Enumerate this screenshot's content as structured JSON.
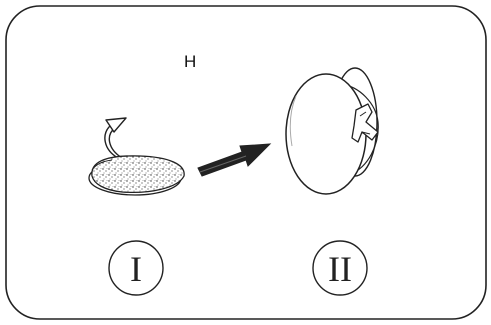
{
  "diagram": {
    "top_label": "H",
    "steps": [
      {
        "numeral": "I"
      },
      {
        "numeral": "II"
      }
    ],
    "colors": {
      "stroke": "#222222",
      "background": "#ffffff"
    },
    "icons": [
      "curl-arrow-icon",
      "flat-disc-icon",
      "transfer-arrow-icon",
      "upright-disc-icon",
      "x-bracket-icon"
    ]
  }
}
